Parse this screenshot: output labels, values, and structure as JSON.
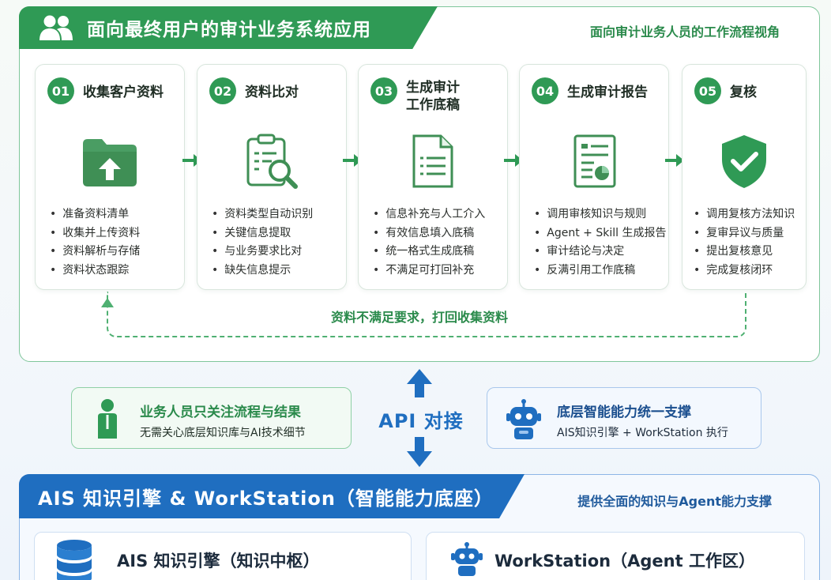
{
  "top": {
    "title": "面向最终用户的审计业务系统应用",
    "subtitle": "面向审计业务人员的工作流程视角",
    "steps": [
      {
        "num": "01",
        "title": "收集客户资料",
        "icon": "upload-folder-icon",
        "items": [
          "准备资料清单",
          "收集并上传资料",
          "资料解析与存储",
          "资料状态跟踪"
        ]
      },
      {
        "num": "02",
        "title": "资料比对",
        "icon": "clipboard-search-icon",
        "items": [
          "资料类型自动识别",
          "关键信息提取",
          "与业务要求比对",
          "缺失信息提示"
        ]
      },
      {
        "num": "03",
        "title": "生成审计工作底稿",
        "title_line1": "生成审计",
        "title_line2": "工作底稿",
        "icon": "document-list-icon",
        "items": [
          "信息补充与人工介入",
          "有效信息填入底稿",
          "统一格式生成底稿",
          "不满足可打回补充"
        ]
      },
      {
        "num": "04",
        "title": "生成审计报告",
        "icon": "report-chart-icon",
        "items": [
          "调用审核知识与规则",
          "Agent + Skill 生成报告",
          "审计结论与决定",
          "反满引用工作底稿"
        ]
      },
      {
        "num": "05",
        "title": "复核",
        "icon": "shield-check-icon",
        "items": [
          "调用复核方法知识",
          "复审异议与质量",
          "提出复核意见",
          "完成复核闭环"
        ]
      }
    ],
    "loop_label": "资料不满足要求，打回收集资料"
  },
  "middle": {
    "left_title": "业务人员只关注流程与结果",
    "left_desc": "无需关心底层知识库与AI技术细节",
    "api_label": "API 对接",
    "right_title": "底层智能能力统一支撑",
    "right_desc": "AIS知识引擎 + WorkStation 执行"
  },
  "bottom": {
    "title": "AIS 知识引擎 & WorkStation（智能能力底座）",
    "subtitle": "提供全面的知识与Agent能力支撑",
    "cards": [
      {
        "title": "AIS 知识引擎（知识中枢）",
        "icon": "database-icon"
      },
      {
        "title": "WorkStation（Agent 工作区）",
        "icon": "robot-icon"
      }
    ]
  },
  "colors": {
    "green": "#2f9a55",
    "blue": "#1f6ec0",
    "light_green": "#f2faf4",
    "light_blue": "#f3f8fe"
  }
}
